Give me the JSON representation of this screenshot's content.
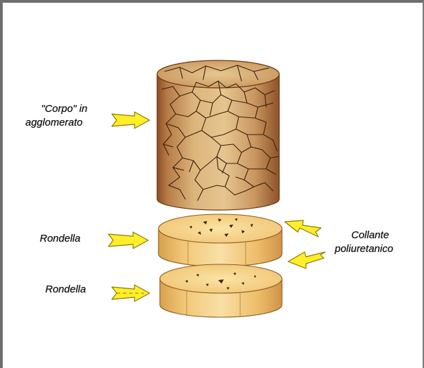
{
  "labels": {
    "corpo_line1": "\"Corpo\" in",
    "corpo_line2": "agglomerato",
    "rondella_top": "Rondella",
    "rondella_bottom": "Rondella",
    "collante_line1": "Collante",
    "collante_line2": "poliuretanico"
  },
  "colors": {
    "frame": "#6e6e6e",
    "cork_body": "#c89a63",
    "cork_crack": "#3a1e0a",
    "disc_face": "#f3cf86",
    "disc_side": "#e9b766",
    "arrow_fill": "#ffee2a",
    "arrow_outline": "#8a7a00"
  },
  "icons": [
    "arrow-right-icon",
    "arrow-left-icon"
  ]
}
